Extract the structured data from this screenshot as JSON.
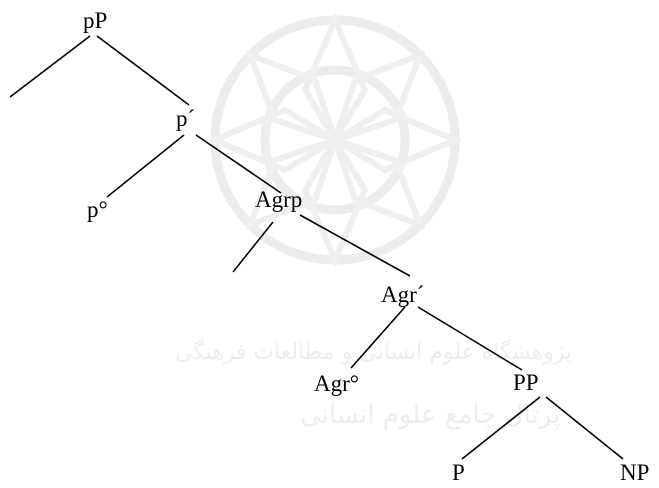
{
  "tree": {
    "nodes": [
      {
        "id": "pP",
        "label": "pP"
      },
      {
        "id": "p-bar",
        "label": "p´"
      },
      {
        "id": "p-head",
        "label": "p°"
      },
      {
        "id": "AgrP",
        "label": "Agrp"
      },
      {
        "id": "Agr-bar",
        "label": "Agr´"
      },
      {
        "id": "Agr-head",
        "label": "Agr°"
      },
      {
        "id": "PP",
        "label": "PP"
      },
      {
        "id": "P",
        "label": "P"
      },
      {
        "id": "NP",
        "label": "NP"
      }
    ],
    "edges": [
      [
        "pP",
        "spec-pP"
      ],
      [
        "pP",
        "p-bar"
      ],
      [
        "p-bar",
        "p-head"
      ],
      [
        "p-bar",
        "AgrP"
      ],
      [
        "AgrP",
        "spec-AgrP"
      ],
      [
        "AgrP",
        "Agr-bar"
      ],
      [
        "Agr-bar",
        "Agr-head"
      ],
      [
        "Agr-bar",
        "PP"
      ],
      [
        "PP",
        "P"
      ],
      [
        "PP",
        "NP"
      ]
    ]
  },
  "watermark": {
    "line1": "پژوهشگاه علوم انسانی و مطالعات فرهنگی",
    "line2": "پرتال جامع علوم انسانی",
    "color": "#e6e6e6"
  }
}
